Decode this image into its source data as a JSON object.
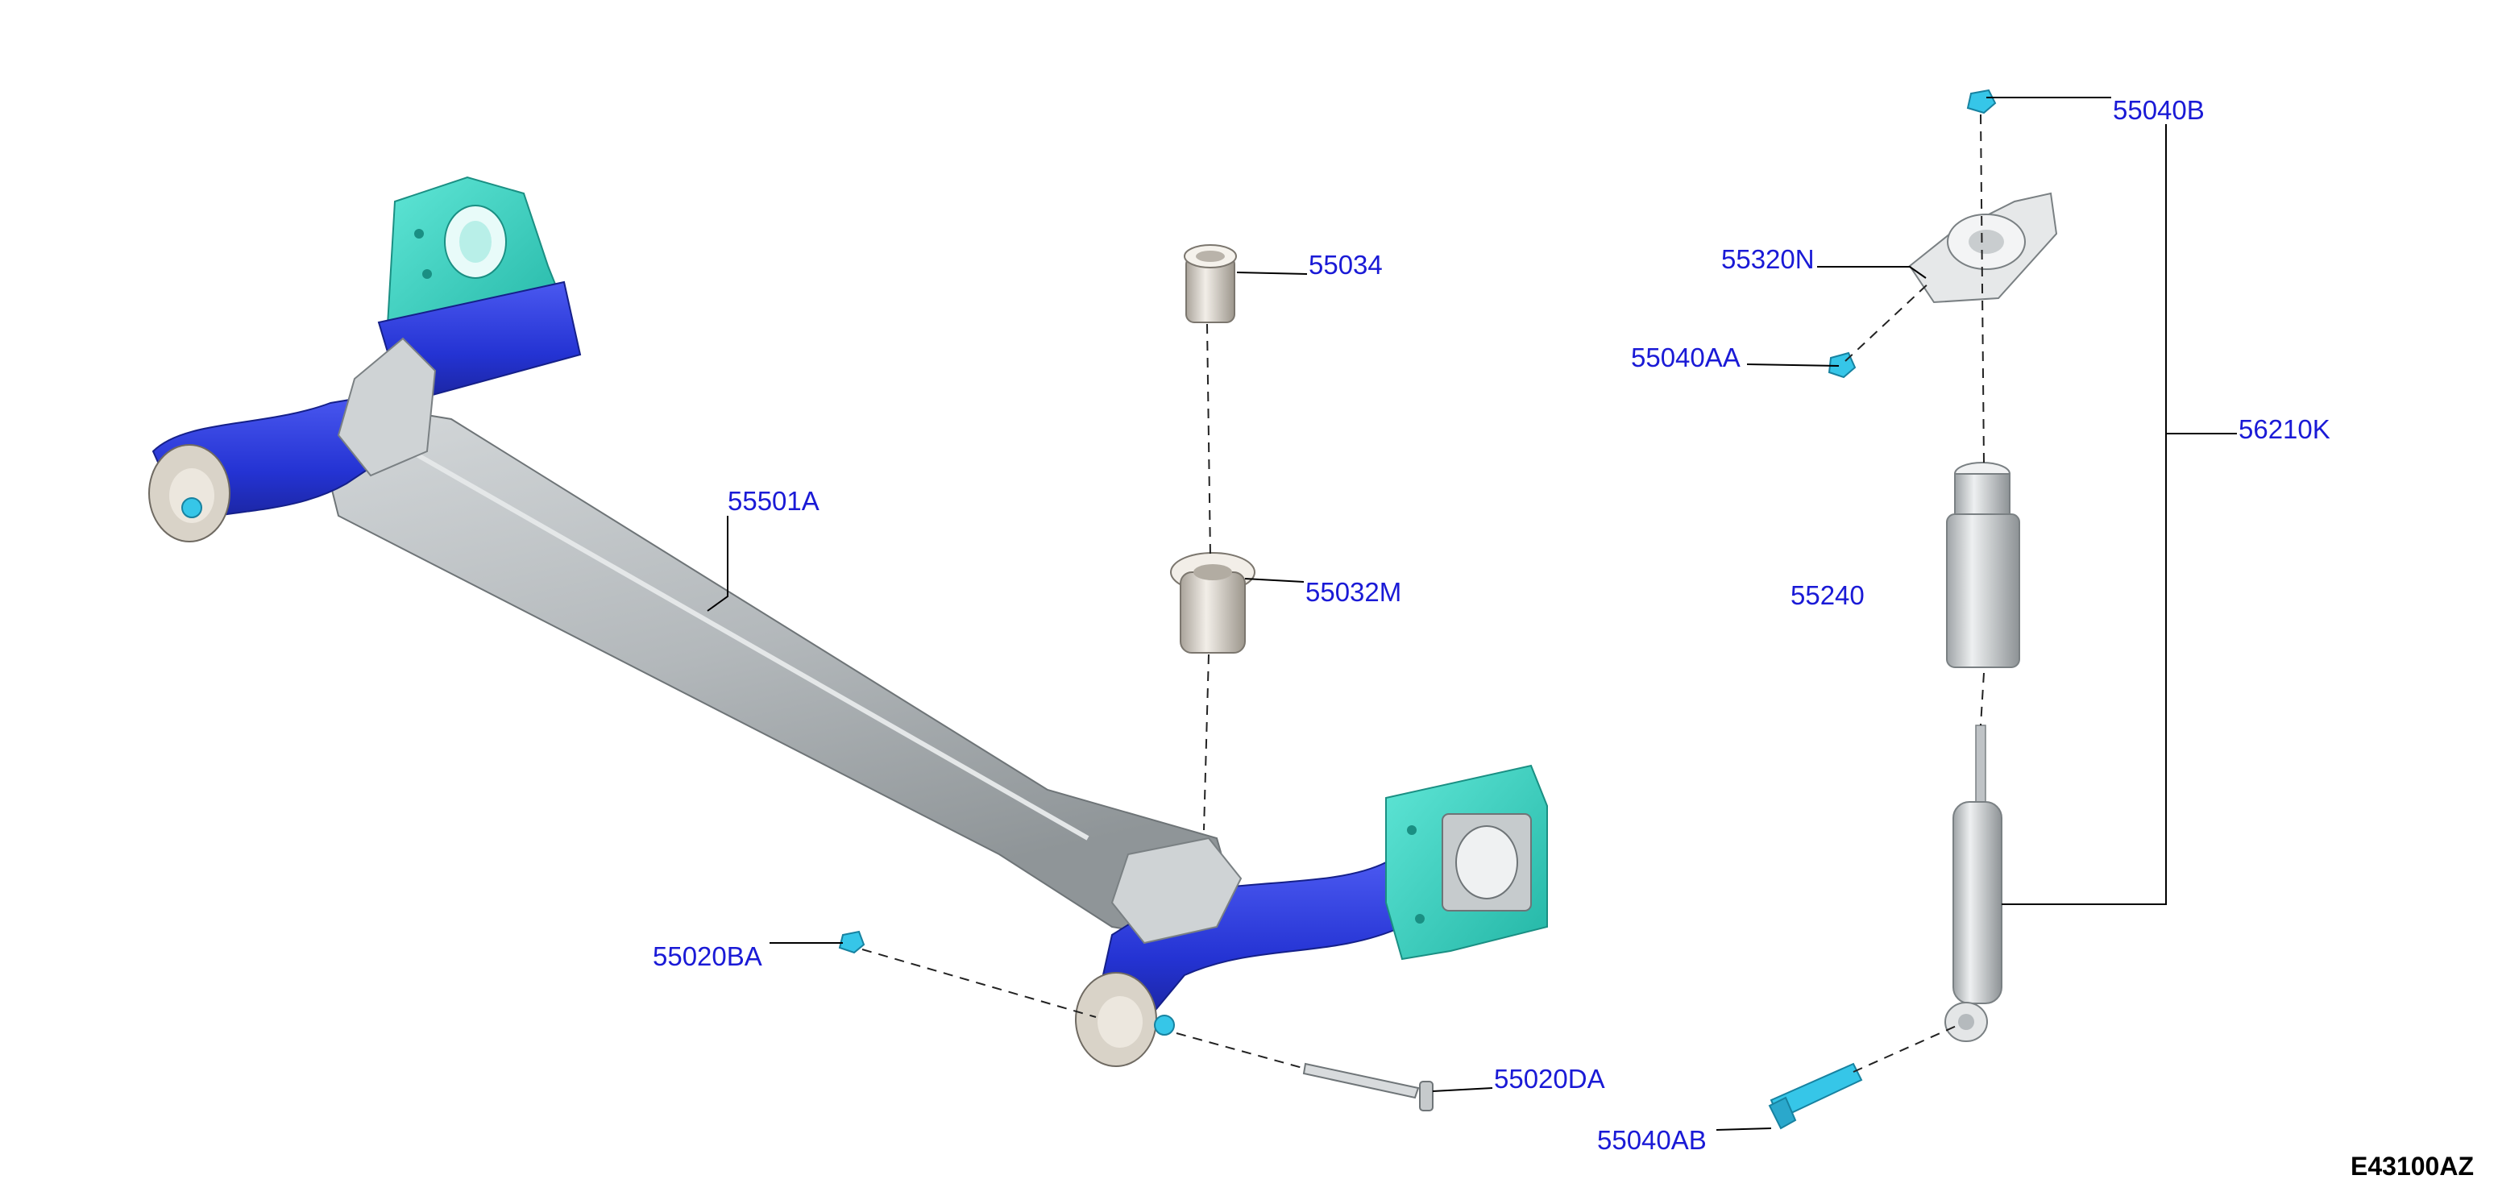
{
  "diagram": {
    "code": "E43100AZ",
    "callouts": {
      "p55501A": "55501A",
      "p55034": "55034",
      "p55032M": "55032M",
      "p55040B": "55040B",
      "p55320N": "55320N",
      "p55040AA": "55040AA",
      "p56210K": "56210K",
      "p55240": "55240",
      "p55020BA": "55020BA",
      "p55020DA": "55020DA",
      "p55040AB": "55040AB"
    },
    "colors": {
      "beam": "#b9bdbf",
      "arm": "#2b39d8",
      "bracket": "#37d0c0",
      "hardware": "#36c6e8",
      "bushing": "#d6d0c6",
      "callout_text": "#1a1ad6"
    }
  }
}
